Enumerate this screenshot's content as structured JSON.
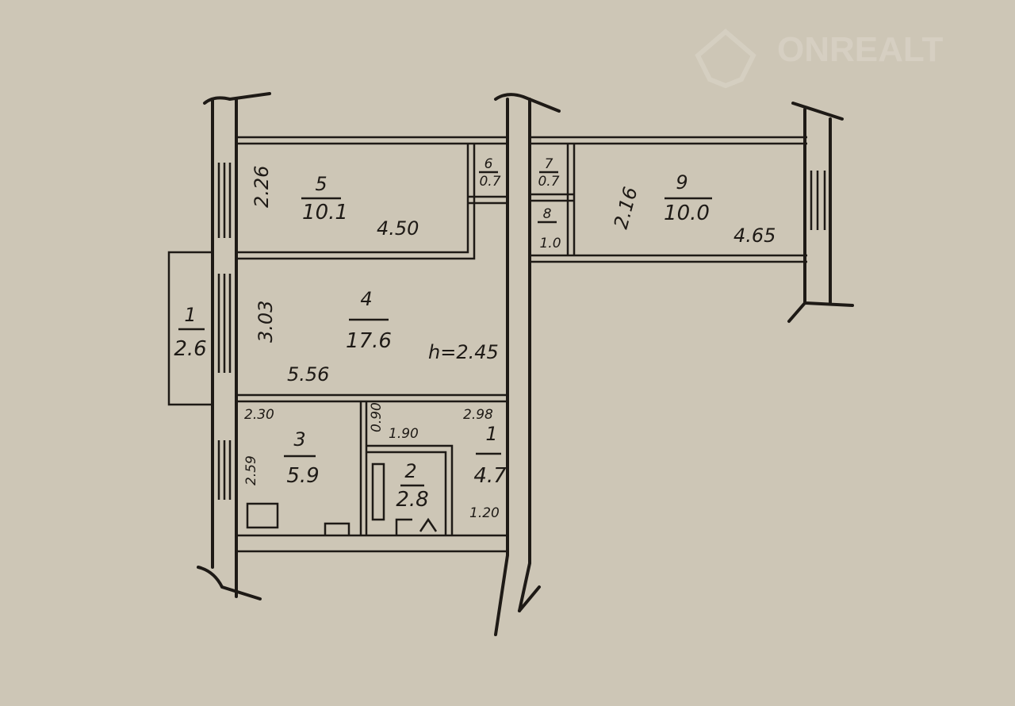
{
  "watermark": {
    "brand": "ONREALT"
  },
  "rooms": [
    {
      "number": "5",
      "area": "10.1"
    },
    {
      "number": "6",
      "area": "0.7"
    },
    {
      "number": "7",
      "area": "0.7"
    },
    {
      "number": "8",
      "area": "1.0"
    },
    {
      "number": "9",
      "area": "10.0"
    },
    {
      "number": "4",
      "area": "17.6"
    },
    {
      "number": "1",
      "area": "2.6"
    },
    {
      "number": "3",
      "area": "5.9"
    },
    {
      "number": "2",
      "area": "2.8"
    },
    {
      "number": "1",
      "area": "4.7"
    }
  ],
  "dimensions": {
    "room5_length": "4.50",
    "room5_width": "2.26",
    "room9_length": "4.65",
    "room9_width": "2.16",
    "room4_length": "5.56",
    "room4_width": "3.03",
    "ceiling_height": "h=2.45",
    "kitchen_length": "2.30",
    "kitchen_width": "2.59",
    "door_width": "0.90",
    "corridor_length": "1.90",
    "hall_length": "2.98",
    "hall_width": "1.20"
  }
}
